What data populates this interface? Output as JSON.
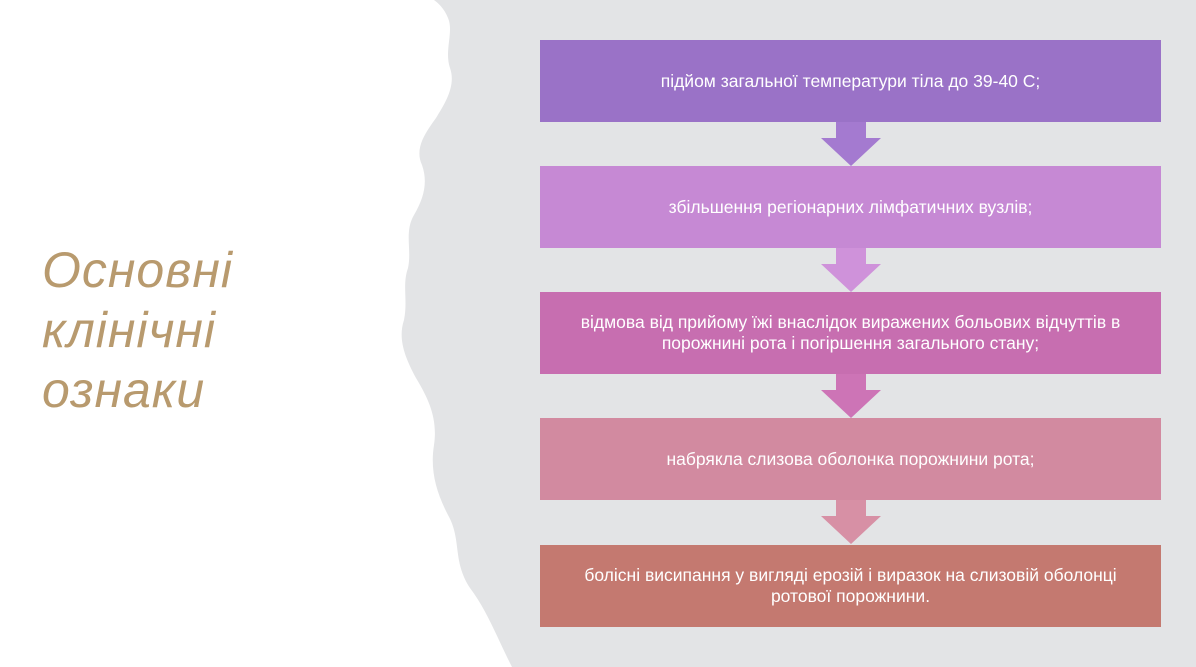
{
  "slide": {
    "title_lines": [
      "Основні",
      "клінічні",
      "ознаки"
    ],
    "title_color": "#b89a6e",
    "background_shape_color": "#e3e4e6"
  },
  "flow": {
    "steps": [
      {
        "text": "підйом загальної температури тіла до 39-40 С;",
        "color": "#9a72c7"
      },
      {
        "text": "збільшення регіонарних лімфатичних вузлів;",
        "color": "#c689d4"
      },
      {
        "text": "відмова від прийому їжі внаслідок виражених больових відчуттів в порожнині рота і погіршення загального стану;",
        "color": "#c76eb0"
      },
      {
        "text": "набрякла слизова оболонка порожнини рота;",
        "color": "#d28aa0"
      },
      {
        "text": "болісні висипання у вигляді ерозій і виразок на слизовій оболонці ротової порожнини.",
        "color": "#c47970"
      }
    ],
    "arrows": [
      {
        "from": 1,
        "to": 2,
        "color": "#a47ad0"
      },
      {
        "from": 2,
        "to": 3,
        "color": "#cf92da"
      },
      {
        "from": 3,
        "to": 4,
        "color": "#cd74b6"
      },
      {
        "from": 4,
        "to": 5,
        "color": "#d790a5"
      }
    ]
  }
}
